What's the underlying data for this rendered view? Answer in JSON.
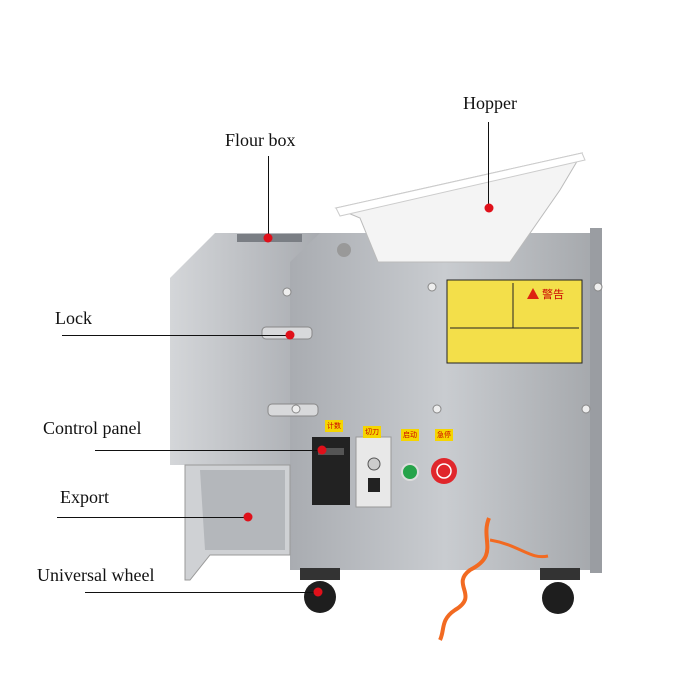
{
  "labels": {
    "hopper": "Hopper",
    "flour_box": "Flour box",
    "lock": "Lock",
    "control_panel": "Control panel",
    "export": "Export",
    "universal_wheel": "Universal wheel"
  },
  "machine": {
    "warning_sticker_title": "警告",
    "panel_tags": [
      "计数",
      "切刀",
      "启动",
      "急停"
    ]
  },
  "colors": {
    "marker": "#e0101a",
    "steel": "#b9bcc0",
    "sticker": "#f3df4a",
    "cord": "#f26a21"
  }
}
